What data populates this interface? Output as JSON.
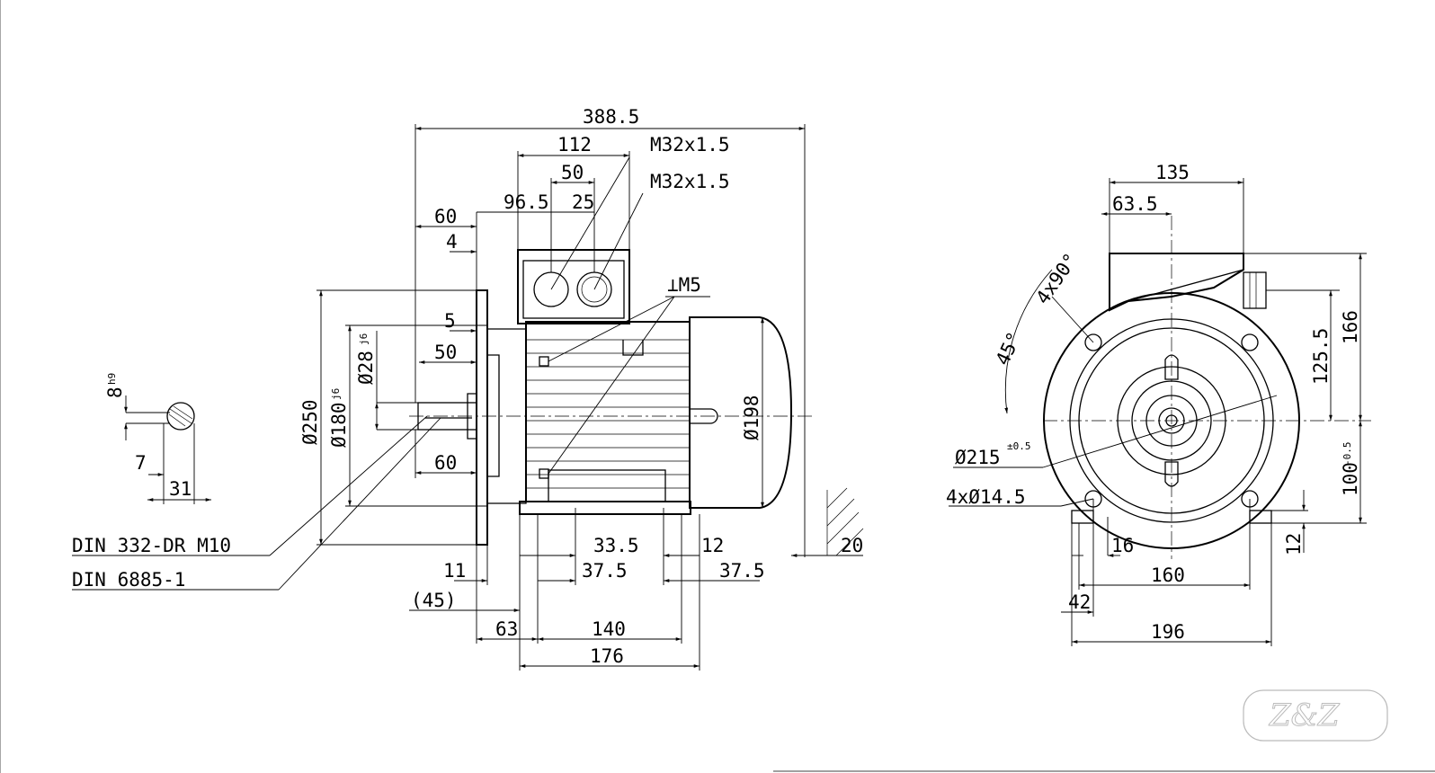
{
  "dimensions": {
    "overall_length": "388.5",
    "box_width": "112",
    "gland_top": "M32x1.5",
    "gland_second": "M32x1.5",
    "spacing_50": "50",
    "offset_96_5": "96.5",
    "offset_25": "25",
    "flange_60_top": "60",
    "flange_4": "4",
    "earth_m5": "⊥M5",
    "flange_5": "5",
    "shaft_50": "50",
    "shaft_60": "60",
    "dia_250": "Ø250",
    "dia_180": "Ø180",
    "dia_180_tol": "j6",
    "dia_28": "Ø28",
    "dia_28_tol": "j6",
    "dia_198": "Ø198",
    "key_8": "8",
    "key_8_tol": "h9",
    "key_7": "7",
    "key_31": "31",
    "din_332": "DIN 332-DR M10",
    "din_6885": "DIN 6885-1",
    "d_11": "11",
    "d_45": "(45)",
    "d_33_5": "33.5",
    "d_12_side": "12",
    "d_37_5_a": "37.5",
    "d_37_5_b": "37.5",
    "d_63": "63",
    "d_140": "140",
    "d_176": "176",
    "d_20": "20",
    "end_135": "135",
    "end_63_5": "63.5",
    "end_4x90": "4x90°",
    "end_45": "45°",
    "end_215": "Ø215",
    "end_215_tol": "±0.5",
    "end_4x14_5": "4xØ14.5",
    "end_125_5": "125.5",
    "end_166": "166",
    "end_100": "100",
    "end_100_tol": "-0.5",
    "end_12": "12",
    "end_16": "16",
    "end_160": "160",
    "end_42": "42",
    "end_196": "196"
  },
  "logo": {
    "text": "Z&Z",
    "color": "#bbbbbb"
  }
}
